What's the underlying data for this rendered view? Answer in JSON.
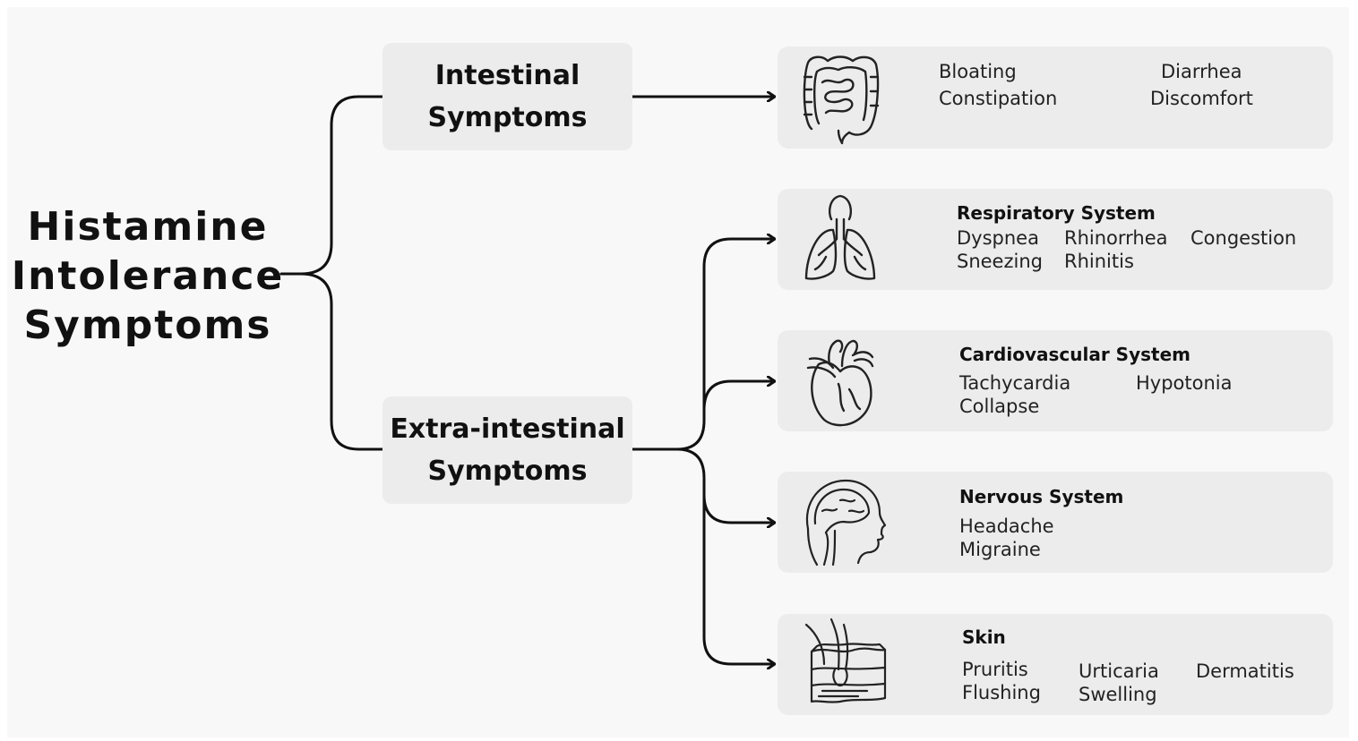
{
  "root": {
    "title_lines": [
      "Histamine",
      "Intolerance",
      "Symptoms"
    ]
  },
  "categories": [
    {
      "lines": [
        "Intestinal",
        "Symptoms"
      ]
    },
    {
      "lines": [
        "Extra-intestinal",
        "Symptoms"
      ]
    }
  ],
  "cards": {
    "intestinal": {
      "icon": "intestine-icon",
      "items": [
        "Bloating",
        "Constipation",
        "Diarrhea",
        "Discomfort"
      ]
    },
    "respiratory": {
      "icon": "lungs-icon",
      "title": "Respiratory System",
      "items": [
        "Dyspnea",
        "Rhinorrhea",
        "Congestion",
        "Sneezing",
        "Rhinitis"
      ]
    },
    "cardiovascular": {
      "icon": "heart-icon",
      "title": "Cardiovascular System",
      "items": [
        "Tachycardia",
        "Hypotonia",
        "Collapse"
      ]
    },
    "nervous": {
      "icon": "brain-icon",
      "title": "Nervous System",
      "items": [
        "Headache",
        "Migraine"
      ]
    },
    "skin": {
      "icon": "skin-icon",
      "title": "Skin",
      "items": [
        "Pruritis",
        "Urticaria",
        "Dermatitis",
        "Flushing",
        "Swelling"
      ]
    }
  }
}
